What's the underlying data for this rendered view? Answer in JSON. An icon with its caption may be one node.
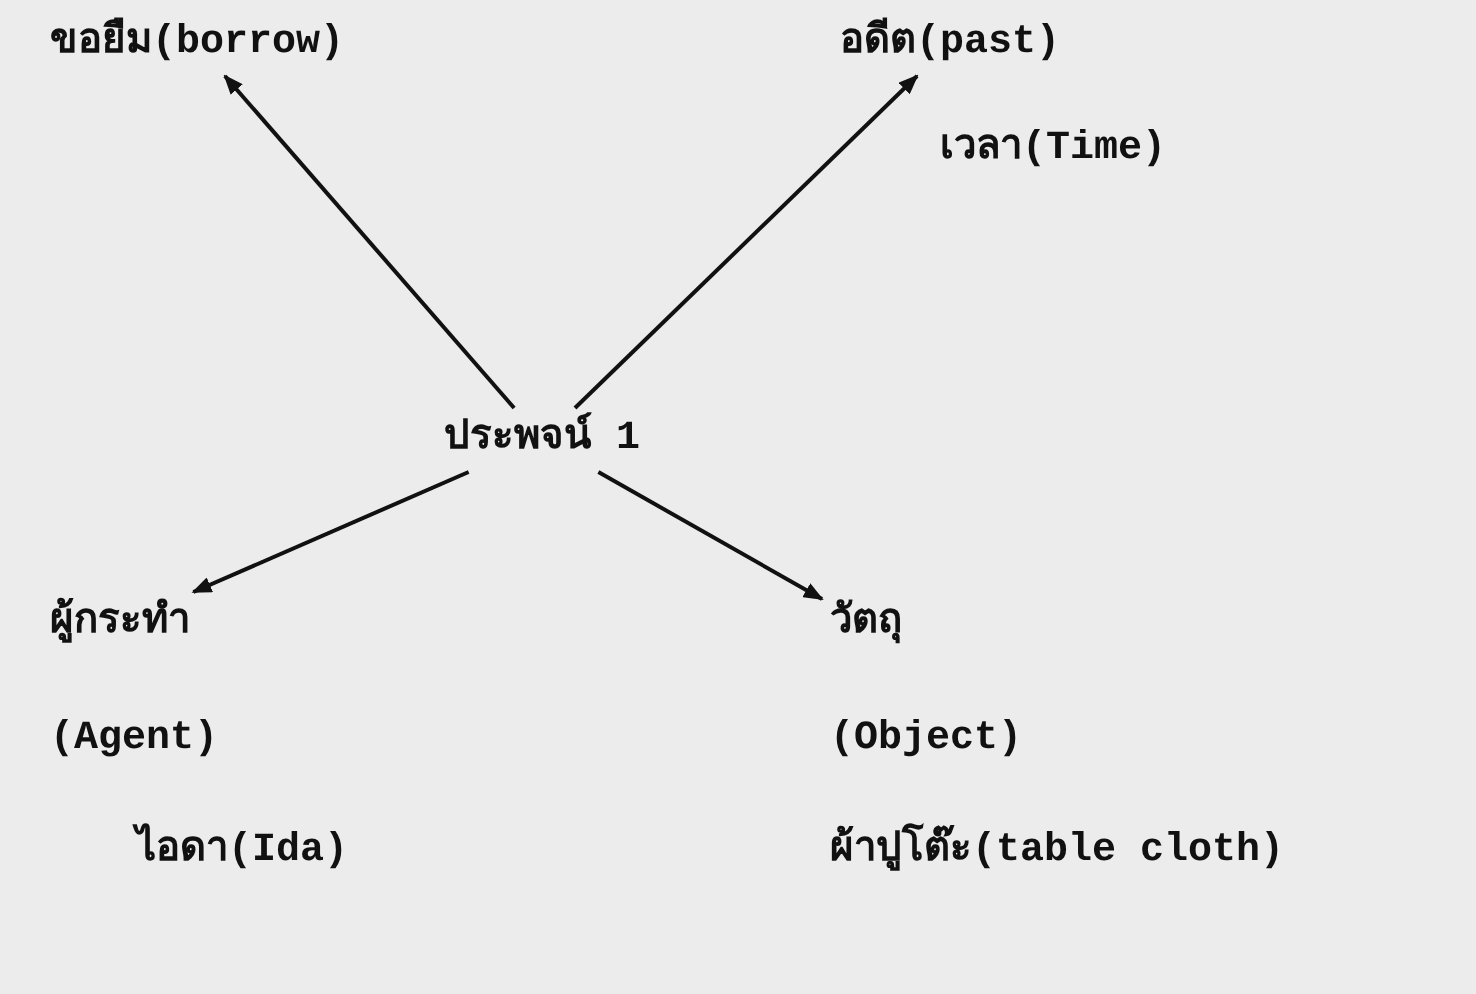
{
  "diagram": {
    "nodes": [
      {
        "text": [
          "ประพจน์ 1"
        ]
      },
      {
        "text": [
          "ขอยืม(borrow)"
        ]
      },
      {
        "text": [
          "อดีต(past)"
        ],
        "beside": [
          "เวลา(Time)"
        ]
      },
      {
        "text": [
          "ผู้กระทำ"
        ],
        "beside": [
          "(Agent)",
          "ไอดา(Ida)"
        ]
      },
      {
        "text": [
          "วัตถุ"
        ],
        "beside": [
          "(Object)",
          "ผ้าปูโต๊ะ(table cloth)"
        ]
      }
    ],
    "edges": [
      {
        "from": 0,
        "to": 1,
        "arrow": "to"
      },
      {
        "from": 0,
        "to": 2,
        "arrow": "to"
      },
      {
        "from": 0,
        "to": 3,
        "arrow": "to"
      },
      {
        "from": 0,
        "to": 4,
        "arrow": "to"
      }
    ]
  }
}
